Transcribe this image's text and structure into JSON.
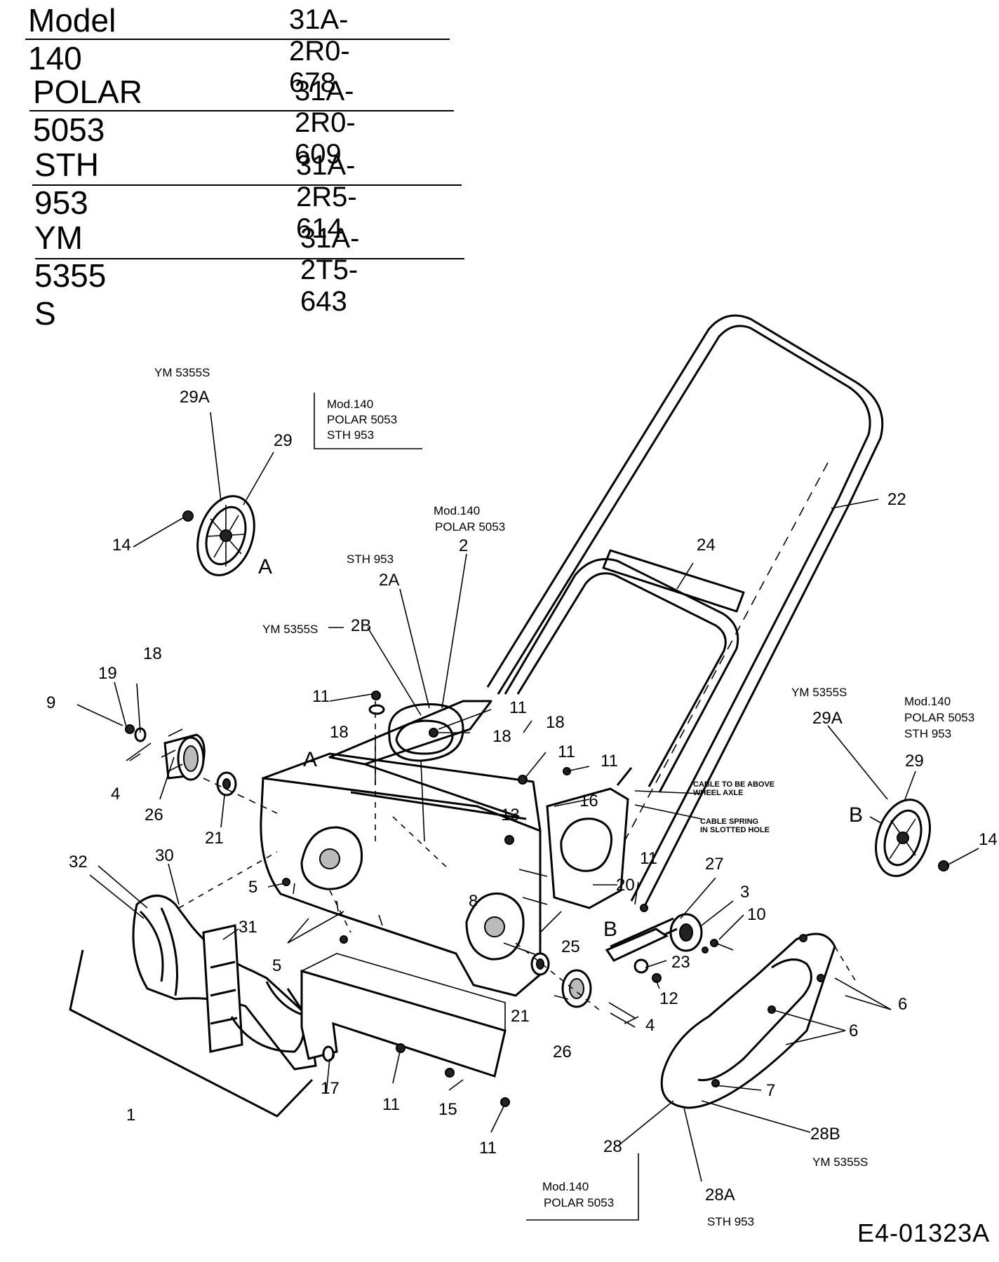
{
  "header": {
    "rows": [
      {
        "model": "Model  140",
        "number": "31A-2R0-678"
      },
      {
        "model": "POLAR 5053",
        "number": "31A-2R0-609"
      },
      {
        "model": "STH 953",
        "number": "31A-2R5-614"
      },
      {
        "model": "YM 5355 S",
        "number": "31A-2T5-643"
      }
    ]
  },
  "notes": {
    "wheel_left_model": "YM 5355S",
    "wheel_left_group": [
      "Mod.140",
      "POLAR 5053",
      "STH 953"
    ],
    "frame_group": [
      "Mod.140",
      "POLAR 5053"
    ],
    "frame_sth": "STH 953",
    "frame_ym": "YM 5355S",
    "wheel_right_model": "YM 5355S",
    "wheel_right_group": [
      "Mod.140",
      "POLAR 5053",
      "STH 953"
    ],
    "cover_group": [
      "Mod.140",
      "POLAR 5053"
    ],
    "cover_sth": "STH 953",
    "cover_ym": "YM 5355S",
    "cable_note_1": [
      "CABLE TO BE ABOVE",
      "WHEEL AXLE"
    ],
    "cable_note_2": [
      "CABLE SPRING",
      "IN SLOTTED HOLE"
    ]
  },
  "callouts": {
    "c1": "1",
    "c2": "2",
    "c2a": "2A",
    "c2b": "2B",
    "c3": "3",
    "c4a": "4",
    "c4b": "4",
    "c5a": "5",
    "c5b": "5",
    "c6a": "6",
    "c6b": "6",
    "c7": "7",
    "c8": "8",
    "c9": "9",
    "c10": "10",
    "c11a": "11",
    "c11b": "11",
    "c11c": "11",
    "c11d": "11",
    "c11e": "11",
    "c11f": "11",
    "c11g": "11",
    "c12": "12",
    "c13": "13",
    "c14a": "14",
    "c14b": "14",
    "c15": "15",
    "c16": "16",
    "c17": "17",
    "c18a": "18",
    "c18b": "18",
    "c18c": "18",
    "c18d": "18",
    "c19": "19",
    "c20": "20",
    "c21a": "21",
    "c21b": "21",
    "c22": "22",
    "c23": "23",
    "c24": "24",
    "c25": "25",
    "c26a": "26",
    "c26b": "26",
    "c27": "27",
    "c28": "28",
    "c28a": "28A",
    "c28b": "28B",
    "c29a": "29",
    "c29b": "29",
    "c29Aa": "29A",
    "c29Ab": "29A",
    "c30": "30",
    "c31": "31",
    "c32": "32",
    "letterA1": "A",
    "letterA2": "A",
    "letterB1": "B",
    "letterB2": "B"
  },
  "drawing_code": "E4-01323A"
}
